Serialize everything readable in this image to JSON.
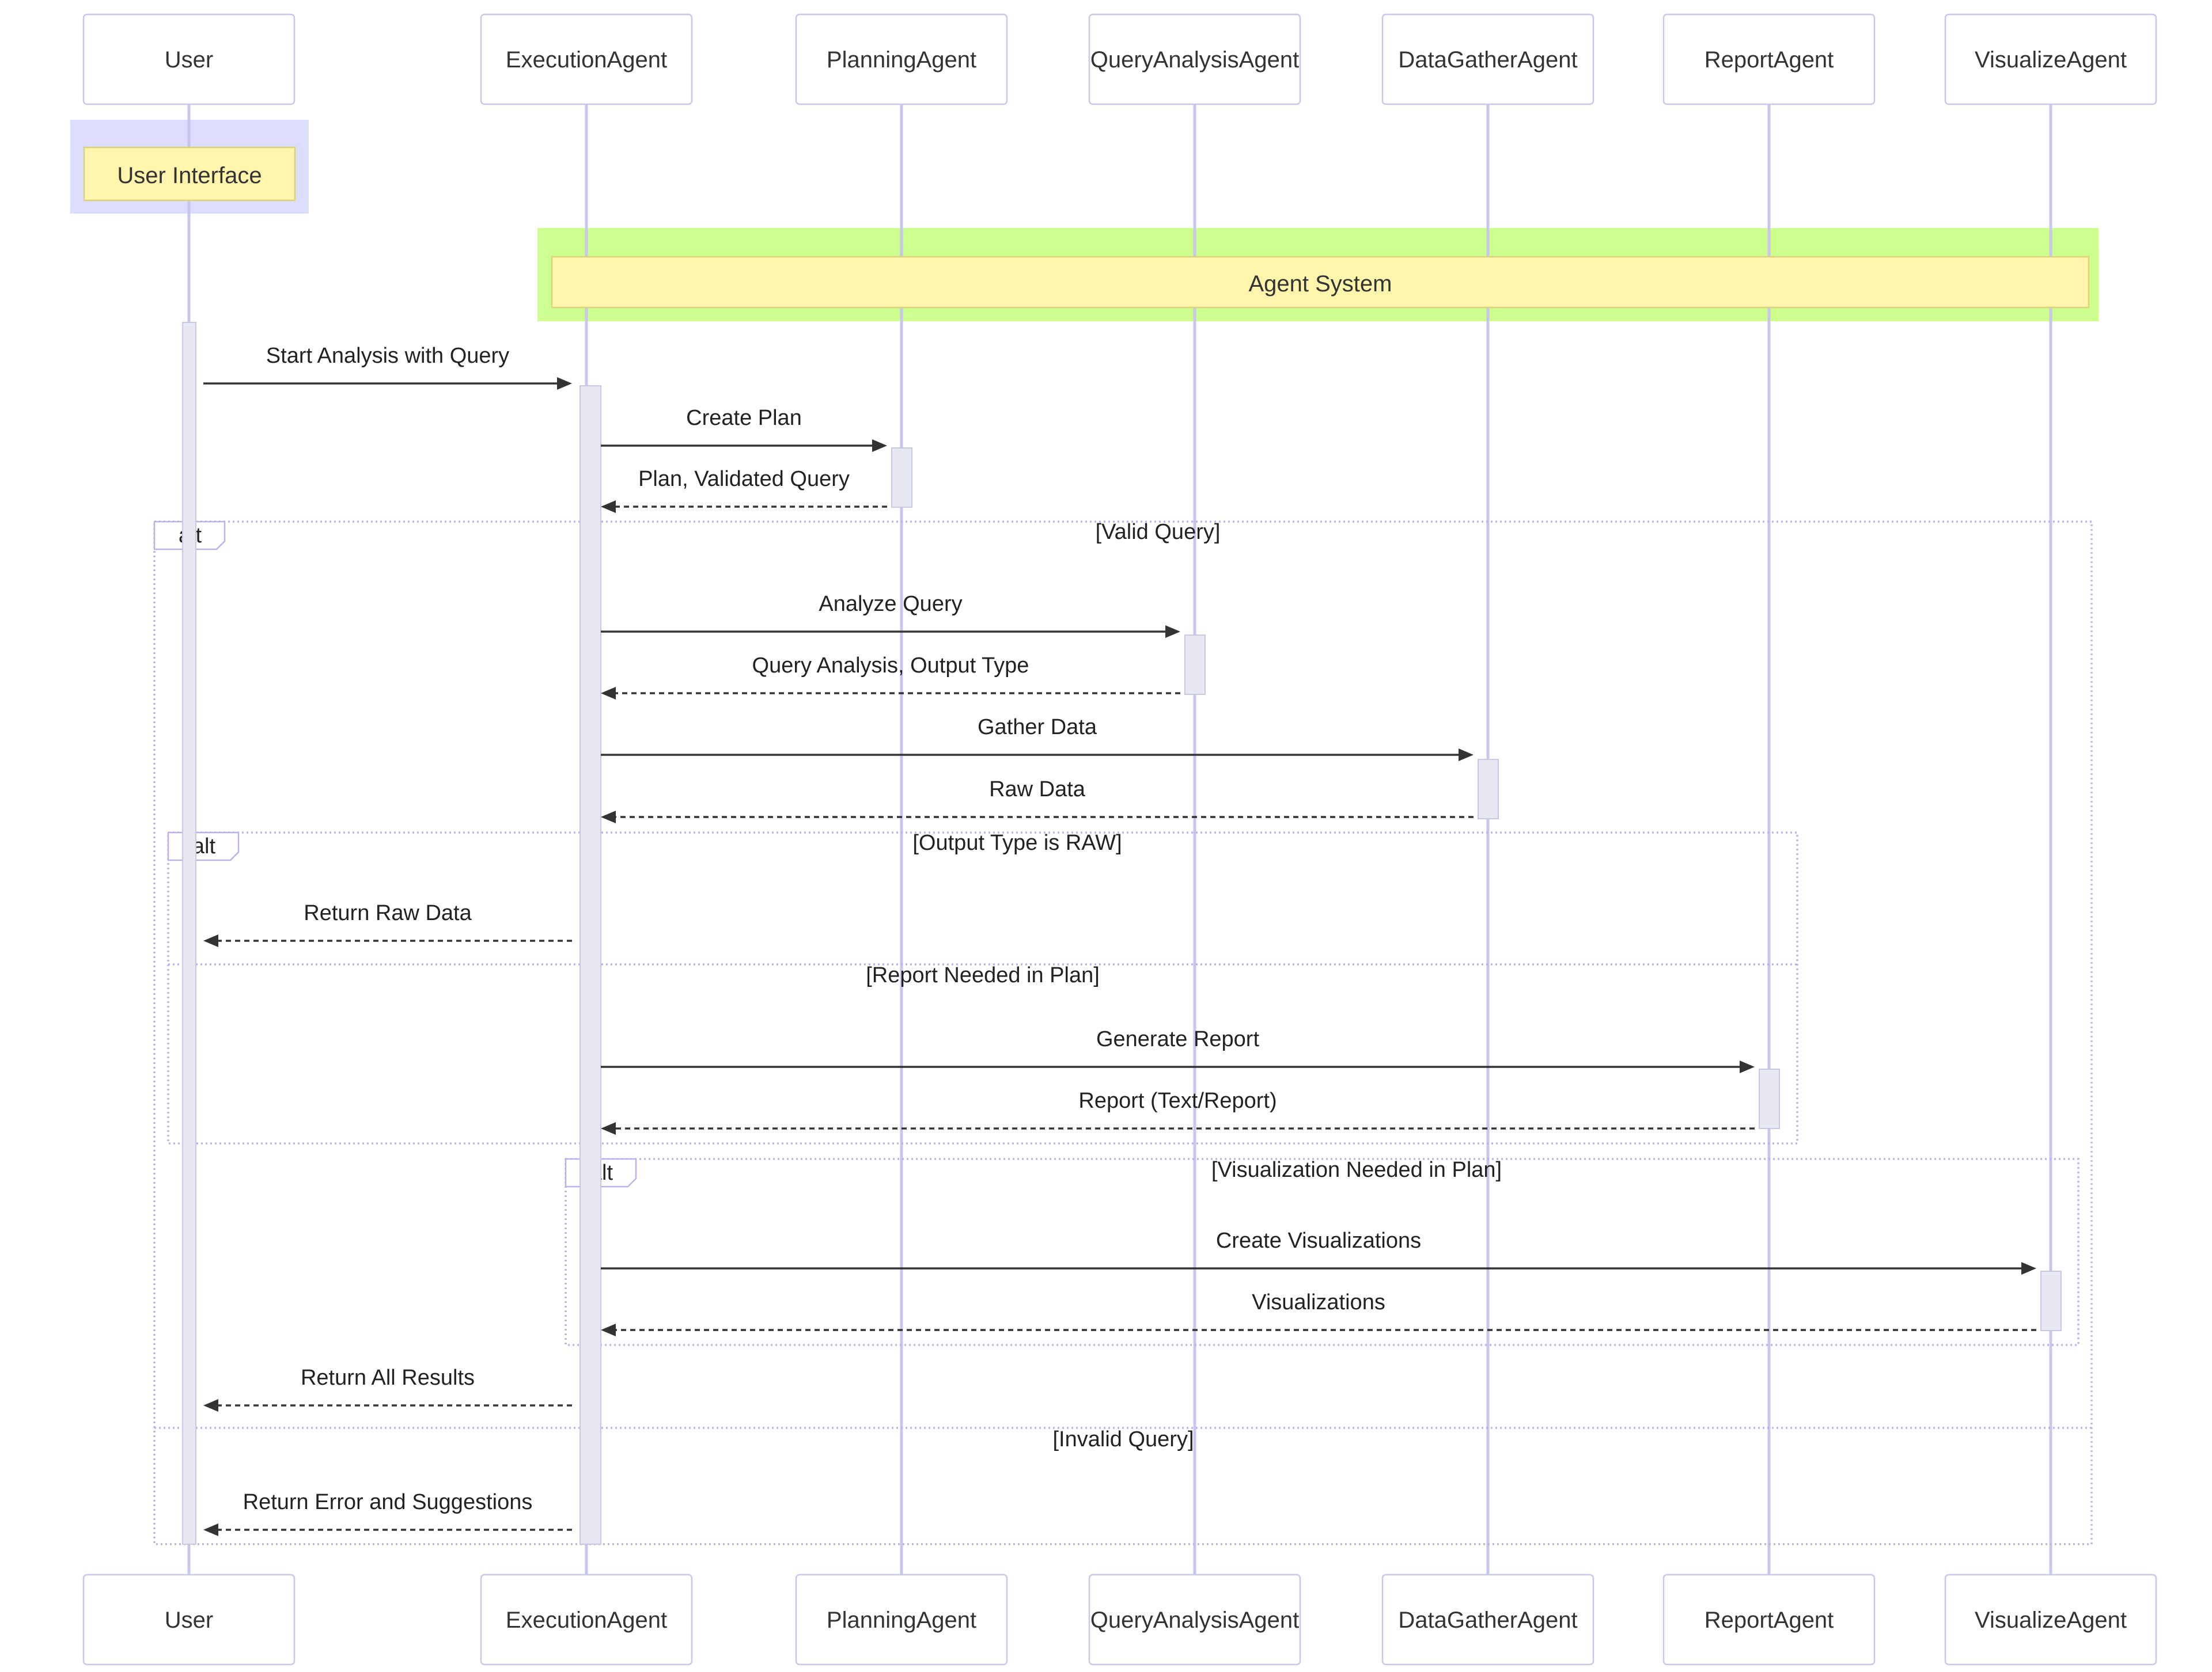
{
  "participants": [
    {
      "id": "user",
      "label": "User"
    },
    {
      "id": "exec",
      "label": "ExecutionAgent"
    },
    {
      "id": "plan",
      "label": "PlanningAgent"
    },
    {
      "id": "qa",
      "label": "QueryAnalysisAgent"
    },
    {
      "id": "dg",
      "label": "DataGatherAgent"
    },
    {
      "id": "report",
      "label": "ReportAgent"
    },
    {
      "id": "viz",
      "label": "VisualizeAgent"
    }
  ],
  "boxes": [
    {
      "label": "User Interface",
      "color": "#ddddfd",
      "covers": [
        "user"
      ]
    },
    {
      "label": "Agent System",
      "color": "#ccff8d",
      "covers": [
        "exec",
        "plan",
        "qa",
        "dg",
        "report",
        "viz"
      ]
    }
  ],
  "messages": [
    {
      "from": "user",
      "to": "exec",
      "label": "Start Analysis with Query",
      "style": "solid"
    },
    {
      "from": "exec",
      "to": "plan",
      "label": "Create Plan",
      "style": "solid"
    },
    {
      "from": "plan",
      "to": "exec",
      "label": "Plan, Validated Query",
      "style": "dashed"
    },
    {
      "from": "exec",
      "to": "qa",
      "label": "Analyze Query",
      "style": "solid"
    },
    {
      "from": "qa",
      "to": "exec",
      "label": "Query Analysis, Output Type",
      "style": "dashed"
    },
    {
      "from": "exec",
      "to": "dg",
      "label": "Gather Data",
      "style": "solid"
    },
    {
      "from": "dg",
      "to": "exec",
      "label": "Raw Data",
      "style": "dashed"
    },
    {
      "from": "exec",
      "to": "user",
      "label": "Return Raw Data",
      "style": "dashed"
    },
    {
      "from": "exec",
      "to": "report",
      "label": "Generate Report",
      "style": "solid"
    },
    {
      "from": "report",
      "to": "exec",
      "label": "Report (Text/Report)",
      "style": "dashed"
    },
    {
      "from": "exec",
      "to": "viz",
      "label": "Create Visualizations",
      "style": "solid"
    },
    {
      "from": "viz",
      "to": "exec",
      "label": "Visualizations",
      "style": "dashed"
    },
    {
      "from": "exec",
      "to": "user",
      "label": "Return All Results",
      "style": "dashed"
    },
    {
      "from": "exec",
      "to": "user",
      "label": "Return Error and Suggestions",
      "style": "dashed"
    }
  ],
  "fragments": [
    {
      "operator": "alt",
      "conditions": [
        "[Valid Query]",
        "[Invalid Query]"
      ]
    },
    {
      "operator": "alt",
      "conditions": [
        "[Output Type is RAW]",
        "[Report Needed in Plan]"
      ]
    },
    {
      "operator": "alt",
      "conditions": [
        "[Visualization Needed in Plan]"
      ]
    }
  ],
  "colors": {
    "lifeline": "#c9c5ec",
    "note_fill": "#fff5ad",
    "user_box": "#ddddfd",
    "agent_box": "#ccff8d",
    "activation": "#e8e8f2"
  }
}
